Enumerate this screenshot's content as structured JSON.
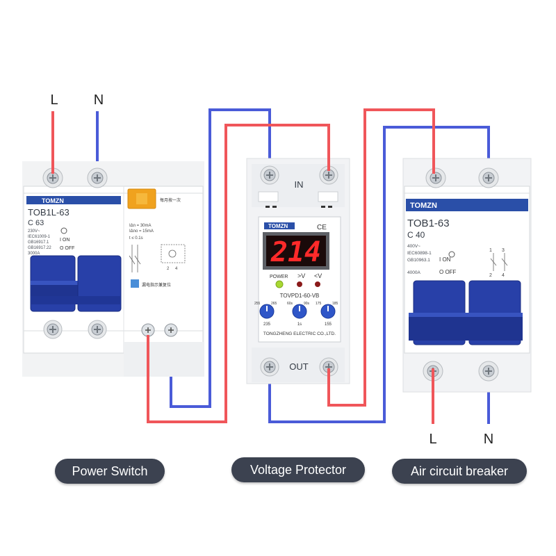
{
  "colors": {
    "live_wire": "#f0565a",
    "neutral_wire": "#4a5bd8",
    "handle_blue": "#2840a8",
    "logo_blue": "#2a4fa8",
    "label_pill": "#3c4250",
    "display_red": "#ff2a2a"
  },
  "terminals": {
    "source_L": "L",
    "source_N": "N",
    "output_L": "L",
    "output_N": "N"
  },
  "power_switch": {
    "brand": "TOMZN",
    "model": "TOB1L-63",
    "rating": "C 63",
    "spec_lines": [
      "230V~",
      "IEC61009-1",
      "GB16917.1",
      "GB16917.22",
      "3000A"
    ],
    "on_label": "I ON",
    "off_label": "O OFF",
    "test_label": "每月按一次",
    "leak_spec": [
      "IΔn = 30mA",
      "IΔno = 15mA",
      "t ≤ 0.1s"
    ],
    "indicator_label": "漏电指示兼复位",
    "caption": "Power Switch"
  },
  "voltage_protector": {
    "brand": "TOMZN",
    "ce_mark": "CE",
    "display_value": "214",
    "power_label": "POWER",
    "over_label": ">V",
    "under_label": "<V",
    "model": "TOVPD1-60-VB",
    "knobs": [
      {
        "left": "255",
        "right": "265",
        "bottom": "235"
      },
      {
        "left": "60s",
        "right": "90s",
        "bottom": "1s"
      },
      {
        "left": "175",
        "right": "185",
        "bottom": "155"
      }
    ],
    "maker": "TONGZHENG ELECTRIC CO.,LTD.",
    "in_label": "IN",
    "out_label": "OUT",
    "caption": "Voltage Protector"
  },
  "air_breaker": {
    "brand": "TOMZN",
    "model": "TOB1-63",
    "rating": "C 40",
    "spec_lines": [
      "400V~",
      "IEC60898-1",
      "GB10963.1",
      "4000A"
    ],
    "on_label": "I ON",
    "off_label": "O OFF",
    "terminal_marks": [
      "1",
      "3",
      "2",
      "4"
    ],
    "caption": "Air circuit breaker"
  }
}
